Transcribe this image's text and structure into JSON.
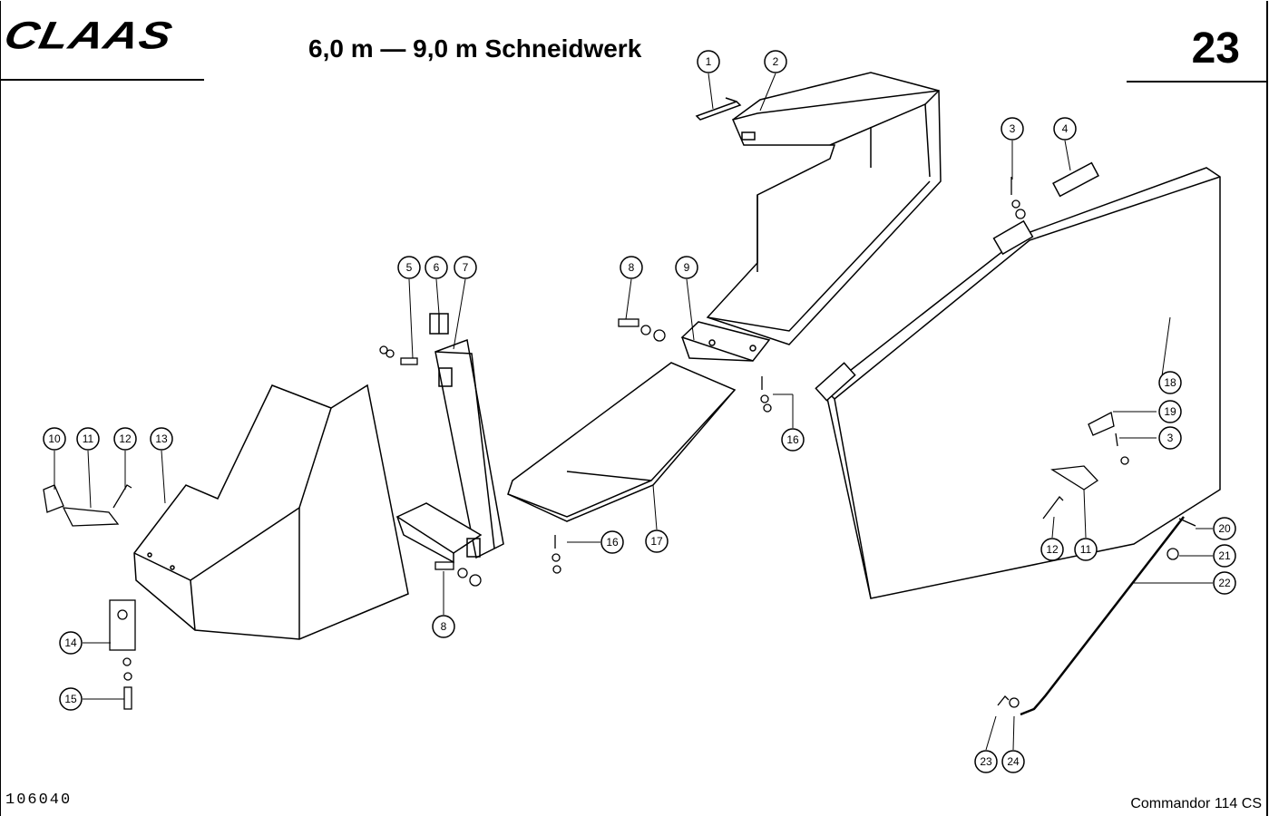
{
  "header": {
    "brand": "CLAAS",
    "title": "6,0 m — 9,0 m Schneidwerk",
    "page_number": "23"
  },
  "footer": {
    "document_number": "106040",
    "model": "Commandor 114 CS"
  },
  "callouts": [
    "1",
    "2",
    "3",
    "4",
    "5",
    "6",
    "7",
    "8",
    "9",
    "10",
    "11",
    "12",
    "13",
    "14",
    "15",
    "16",
    "17",
    "18",
    "19",
    "20",
    "21",
    "22",
    "23",
    "24"
  ]
}
